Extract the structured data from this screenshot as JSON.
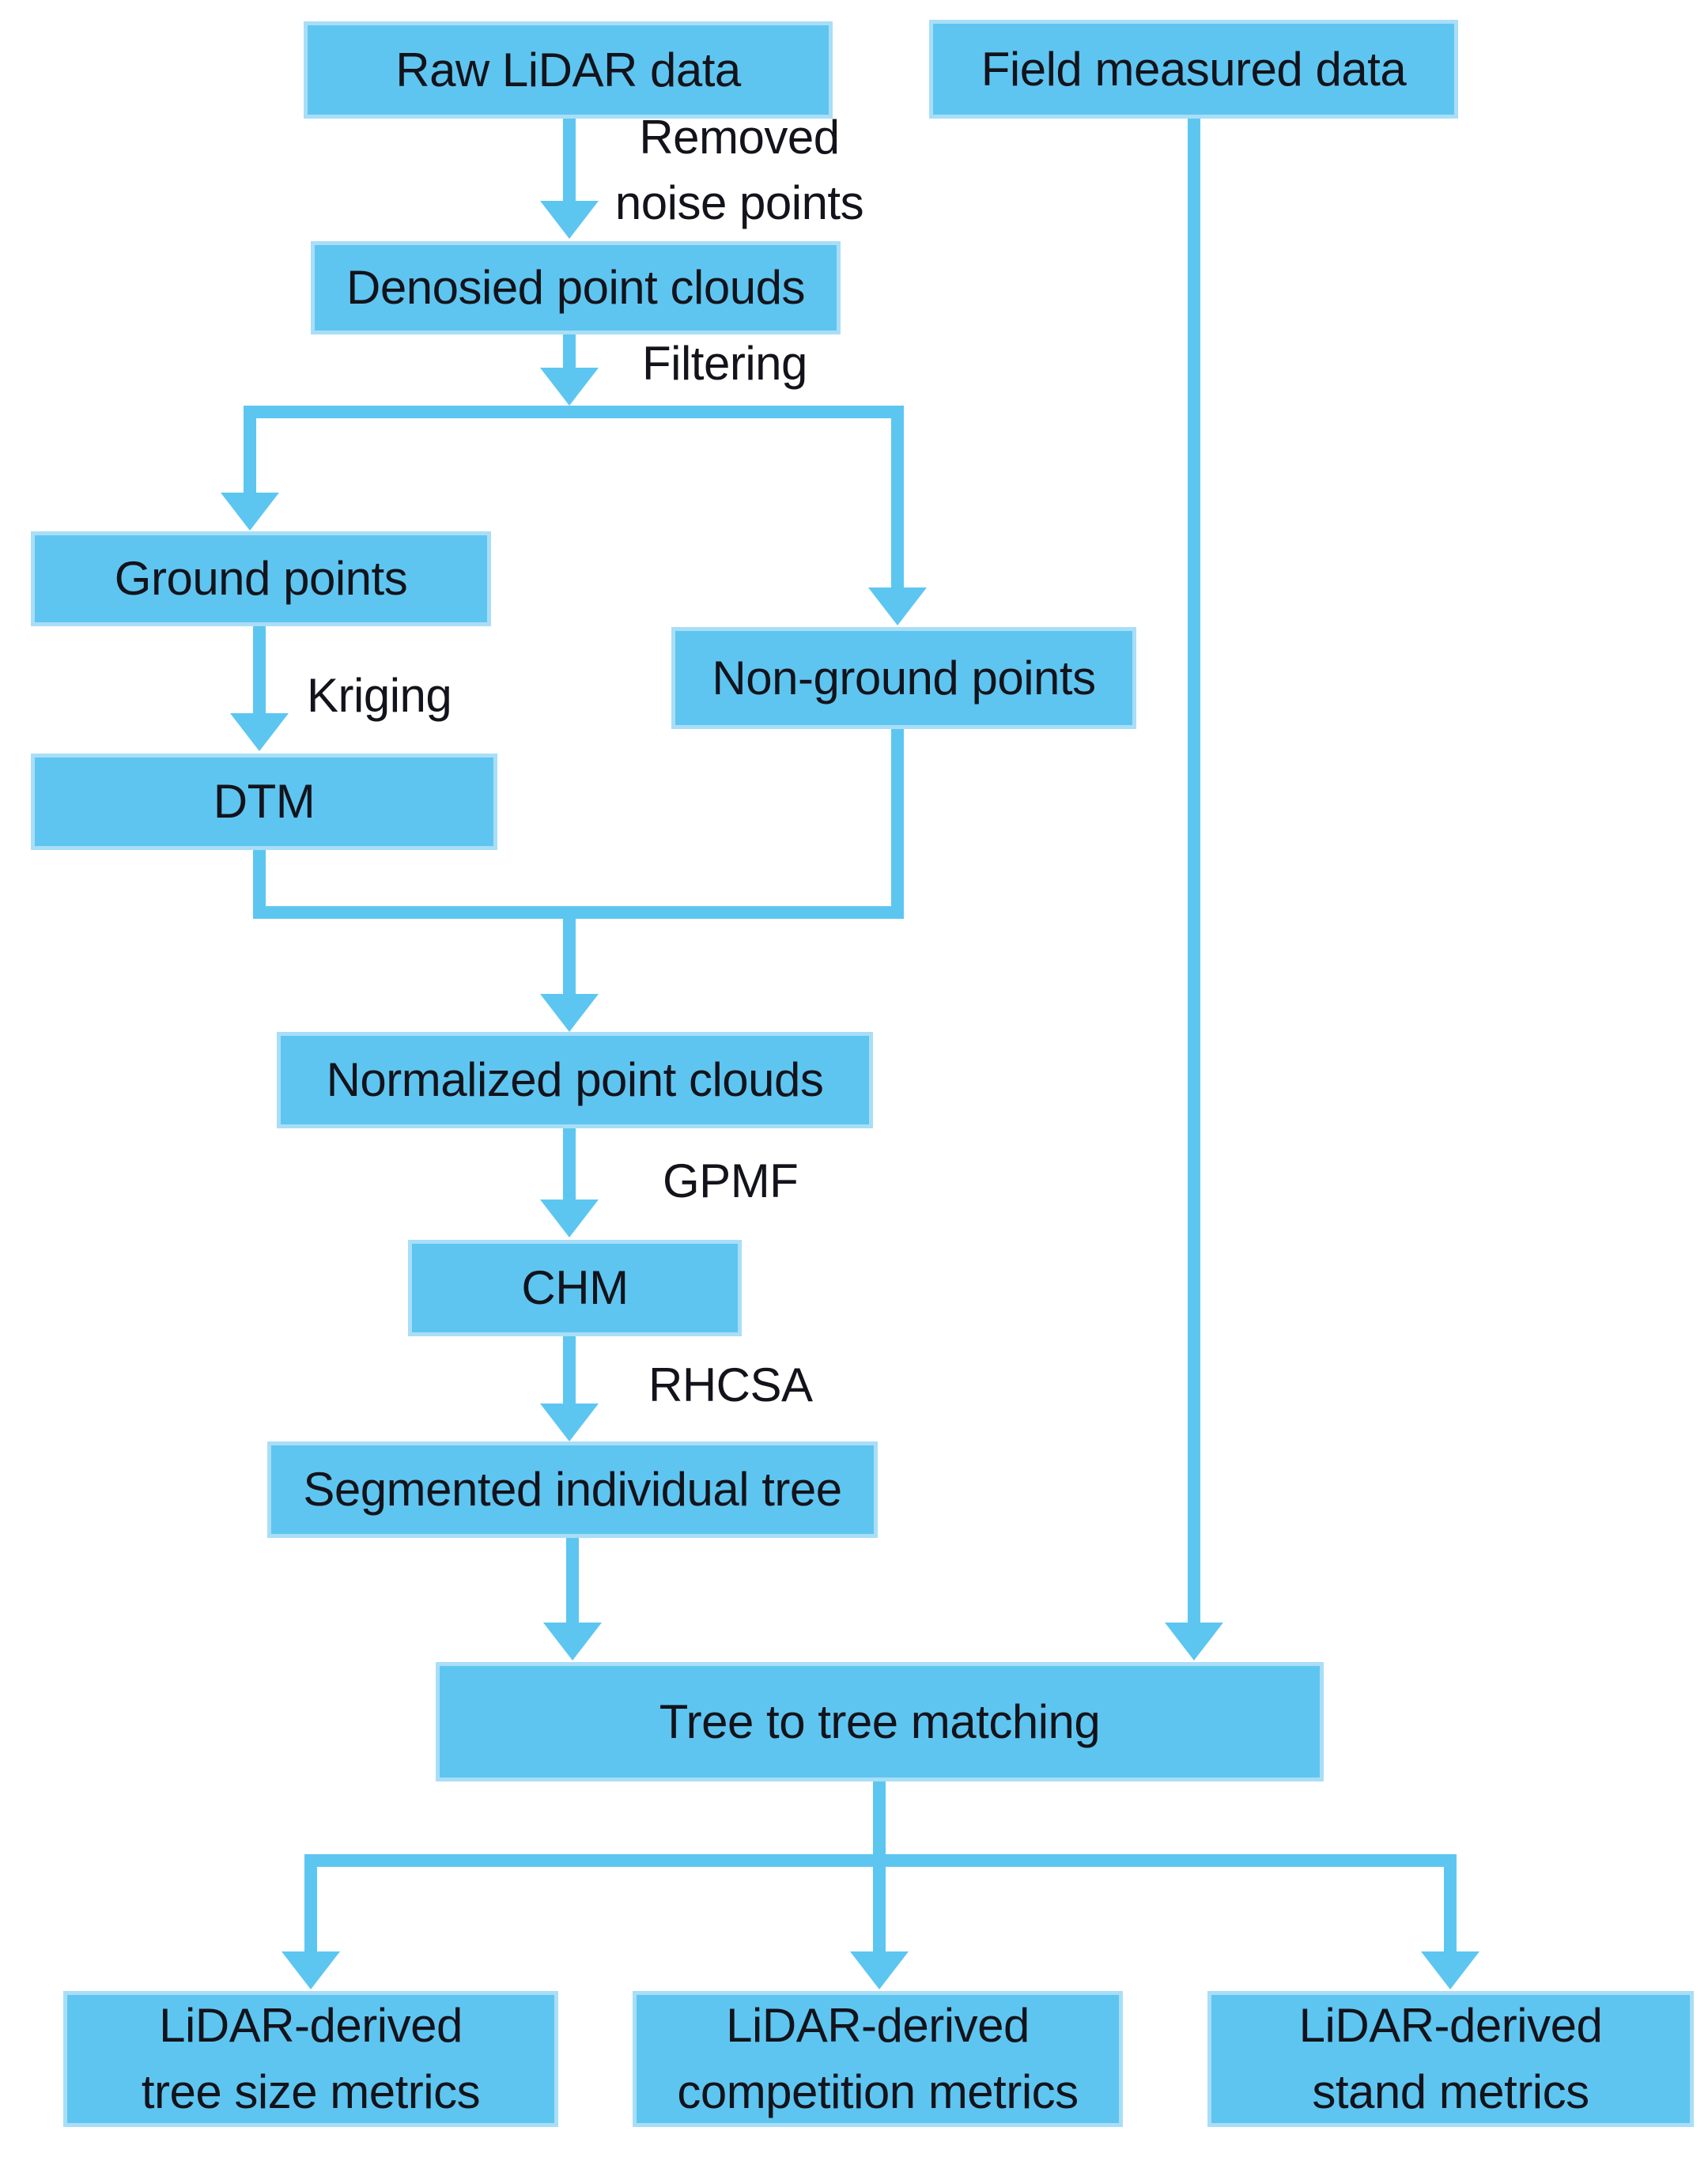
{
  "diagram": {
    "nodes": {
      "raw": {
        "label": "Raw LiDAR data"
      },
      "field": {
        "label": "Field measured data"
      },
      "denoised": {
        "label": "Denosied point clouds"
      },
      "ground": {
        "label": "Ground points"
      },
      "non_ground": {
        "label": "Non-ground points"
      },
      "dtm": {
        "label": "DTM"
      },
      "normalized": {
        "label": "Normalized point clouds"
      },
      "chm": {
        "label": "CHM"
      },
      "segmented": {
        "label": "Segmented individual tree"
      },
      "matching": {
        "label": "Tree to tree matching"
      },
      "tree_size": {
        "lines": [
          "LiDAR-derived",
          "tree size metrics"
        ]
      },
      "competition": {
        "lines": [
          "LiDAR-derived",
          "competition metrics"
        ]
      },
      "stand": {
        "lines": [
          "LiDAR-derived",
          "stand metrics"
        ]
      }
    },
    "edge_labels": {
      "removed_noise": {
        "line1": "Removed",
        "line2": "noise points"
      },
      "filtering": "Filtering",
      "kriging": "Kriging",
      "gpmf": "GPMF",
      "rhcsa": "RHCSA"
    },
    "colors": {
      "box_fill": "#5ec5f0",
      "box_border": "#a9def7",
      "arrow": "#5cc6f1",
      "text": "#13131b",
      "background": "#ffffff"
    }
  }
}
